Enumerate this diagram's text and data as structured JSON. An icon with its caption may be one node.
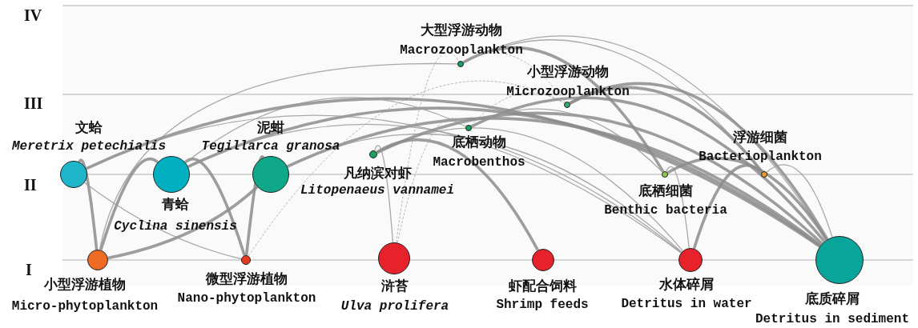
{
  "diagram": {
    "nodes": [
      {
        "text": [
          "大型浮游动物",
          "Macrozooplankton"
        ]
      },
      {
        "text": [
          "小型浮游动物",
          "Microzooplankton"
        ]
      },
      {
        "text": [
          "底栖动物",
          "Macrobenthos"
        ]
      },
      {
        "text": [
          "文蛤",
          "Meretrix petechialis"
        ]
      },
      {
        "text": [
          "青蛤",
          "Cyclina sinensis"
        ]
      },
      {
        "text": [
          "泥蚶",
          "Tegillarca granosa"
        ]
      },
      {
        "text": [
          "凡纳滨对虾",
          "Litopenaeus vannamei"
        ]
      },
      {
        "text": [
          "浮游细菌",
          "Bacterioplankton"
        ]
      },
      {
        "text": [
          "底栖细菌",
          "Benthic bacteria"
        ]
      },
      {
        "text": [
          "小型浮游植物",
          "Micro-phytoplankton"
        ]
      },
      {
        "text": [
          "微型浮游植物",
          "Nano-phytoplankton"
        ]
      },
      {
        "text": [
          "浒苔",
          "Ulva prolifera"
        ]
      },
      {
        "text": [
          "虾配合饲料",
          "Shrimp feeds"
        ]
      },
      {
        "text": [
          "水体碎屑",
          "Detritus in water"
        ]
      },
      {
        "text": [
          "底质碎屑",
          "Detritus in sediment"
        ]
      }
    ],
    "edges": [
      {
        "from": 9,
        "to": 3,
        "arrow": "none",
        "style": "thick"
      },
      {
        "from": 9,
        "to": 4,
        "arrow": "none",
        "style": "thick"
      },
      {
        "from": 9,
        "to": 5,
        "arrow": "none",
        "style": "thick"
      },
      {
        "from": 9,
        "to": 0,
        "arrow": "none"
      },
      {
        "from": 10,
        "to": 4,
        "arrow": "none",
        "style": "thick"
      },
      {
        "from": 10,
        "to": 5,
        "arrow": "none",
        "style": "thick"
      },
      {
        "from": 10,
        "to": 3,
        "arrow": "none"
      },
      {
        "from": 10,
        "to": 1,
        "arrow": "none",
        "style": "dashed"
      },
      {
        "from": 3,
        "to": 14,
        "arrow": "none",
        "style": "thick"
      },
      {
        "from": 4,
        "to": 14,
        "arrow": "none",
        "style": "thick"
      },
      {
        "from": 5,
        "to": 14,
        "arrow": "none",
        "style": "thick"
      },
      {
        "from": 3,
        "to": 13,
        "arrow": "none"
      },
      {
        "from": 4,
        "to": 13,
        "arrow": "none"
      },
      {
        "from": 5,
        "to": 13,
        "arrow": "none"
      },
      {
        "from": 4,
        "to": 2,
        "arrow": "none"
      },
      {
        "from": 6,
        "to": 14,
        "arrow": "none",
        "style": "thick"
      },
      {
        "from": 6,
        "to": 13,
        "arrow": "none"
      },
      {
        "from": 12,
        "to": 6,
        "arrow": "none",
        "style": "thick"
      },
      {
        "from": 11,
        "to": 6,
        "arrow": "none"
      },
      {
        "from": 11,
        "to": 0,
        "arrow": "none",
        "style": "dashed"
      },
      {
        "from": 11,
        "to": 2,
        "arrow": "none",
        "style": "dashed"
      },
      {
        "from": 0,
        "to": 8,
        "arrow": "none",
        "style": "thick"
      },
      {
        "from": 0,
        "to": 7,
        "arrow": "none"
      },
      {
        "from": 0,
        "to": 14,
        "arrow": "none"
      },
      {
        "from": 1,
        "to": 0,
        "arrow": "none",
        "style": "dashed"
      },
      {
        "from": 1,
        "to": 7,
        "arrow": "none",
        "style": "thick"
      },
      {
        "from": 1,
        "to": 14,
        "arrow": "none",
        "style": "thick"
      },
      {
        "from": 2,
        "to": 14,
        "arrow": "none",
        "style": "thick"
      },
      {
        "from": 2,
        "to": 8,
        "arrow": "none"
      },
      {
        "from": 2,
        "to": 1,
        "arrow": "none",
        "style": "dashed"
      },
      {
        "from": 13,
        "to": 8,
        "arrow": "none"
      },
      {
        "from": 13,
        "to": 7,
        "arrow": "none",
        "style": "thick"
      },
      {
        "from": 7,
        "to": 14,
        "arrow": "none"
      },
      {
        "from": 8,
        "to": 14,
        "arrow": "none",
        "style": "thick"
      }
    ],
    "labels": [
      "IV",
      "III",
      "II",
      "I"
    ]
  }
}
